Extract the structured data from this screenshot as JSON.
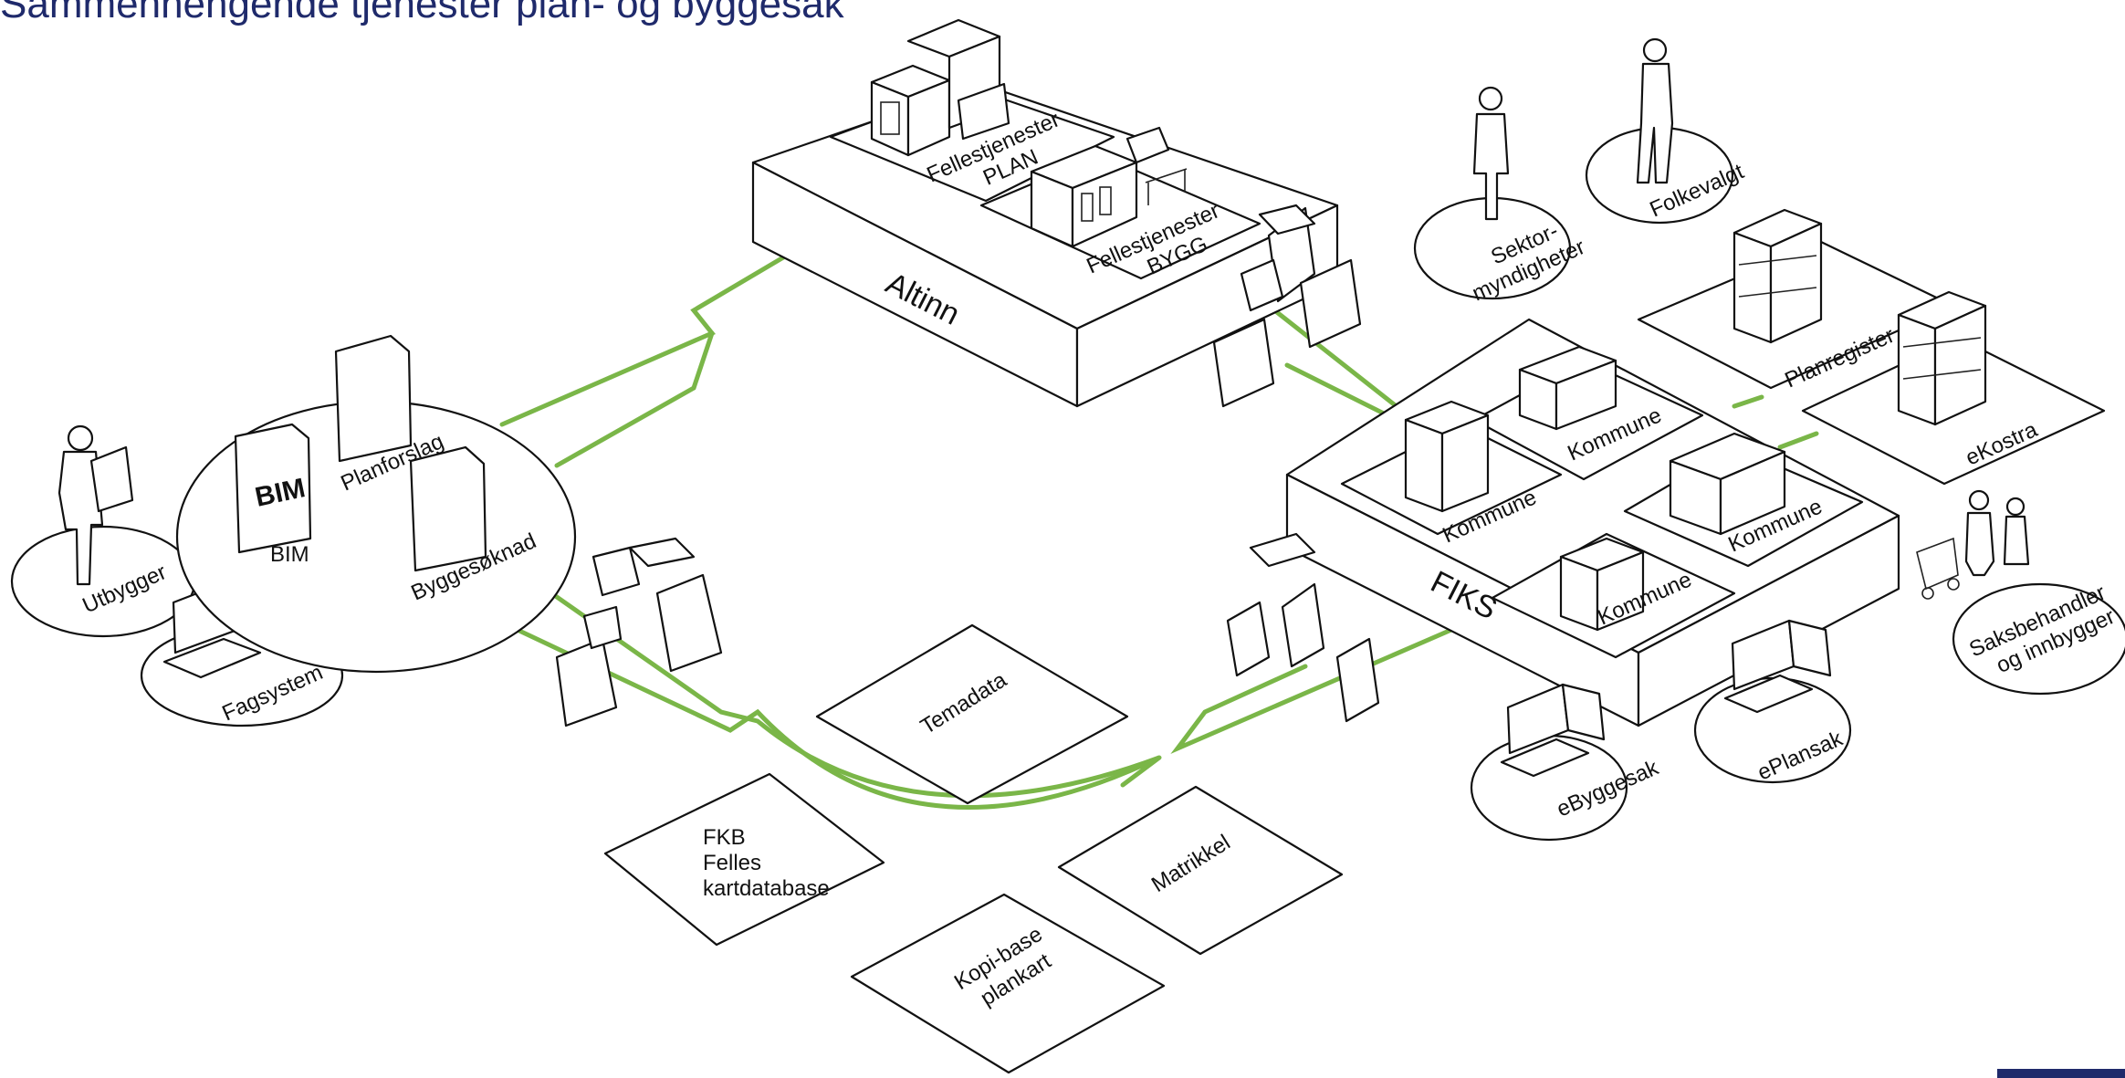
{
  "title": "Sammenhengende tjenester plan- og byggesak",
  "labels": {
    "fellestjenester_plan": [
      "Fellestjenester",
      "PLAN"
    ],
    "fellestjenester_bygg": [
      "Fellestjenester",
      "BYGG"
    ],
    "altinn": "Altinn",
    "sektor": [
      "Sektor-",
      "myndigheter"
    ],
    "folkevalgt": "Folkevalgt",
    "planregister": "Planregister",
    "ekostra": "eKostra",
    "kommune": "Kommune",
    "fiks": "FIKS",
    "saksbehandler": [
      "Saksbehandler",
      "og innbygger"
    ],
    "eplansak": "ePlansak",
    "ebyggesak": "eByggesak",
    "utbygger": "Utbygger",
    "fagsystem": "Fagsystem",
    "bim_doc": "BIM",
    "bim": "BIM",
    "planforslag": "Planforslag",
    "byggesoknad": "Byggesøknad",
    "temadata": "Temadata",
    "fkb": [
      "FKB",
      "Felles",
      "kartdatabase"
    ],
    "matrikkel": "Matrikkel",
    "kopibase": [
      "Kopi-base",
      "plankart"
    ]
  },
  "colors": {
    "title": "#1f2a6b",
    "flow": "#7ab648",
    "line": "#111111"
  }
}
